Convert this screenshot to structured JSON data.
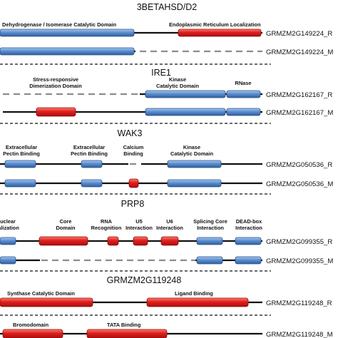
{
  "figure": {
    "colors": {
      "blue_domain": "#5b8fcf",
      "blue_domain_edge": "#2a4f86",
      "red_domain": "#e01e1e",
      "red_domain_edge": "#8e0c0c",
      "backbone": "#111111",
      "deleted_segment": "#8c8c8c"
    },
    "panels": [
      {
        "title": "3BETAHSD/D2",
        "domain_labels": [
          "Dehydrogenase / Isomerase Catalytic Domain",
          "Endoplasmic Reticulum Localization"
        ],
        "tracks": [
          "GRMZM2G149224_R",
          "GRMZM2G149224_M"
        ]
      },
      {
        "title": "IRE1",
        "domain_labels": [
          "Stress-responsive",
          "Dimerization Domain",
          "Kinase",
          "Catalytic Domain",
          "RNase"
        ],
        "tracks": [
          "GRMZM2G162167_R",
          "GRMZM2G162167_M"
        ]
      },
      {
        "title": "WAK3",
        "domain_labels": [
          "Extracellular",
          "Pectin Binding",
          "Extracellular",
          "Pectin Binding",
          "Calcium",
          "Binding",
          "Kinase",
          "Catalytic Domain"
        ],
        "tracks": [
          "GRMZM2G050536_R",
          "GRMZM2G050536_M"
        ]
      },
      {
        "title": "PRP8",
        "domain_labels": [
          "luclear",
          "calization",
          "Core",
          "Domain",
          "RNA",
          "Recognition",
          "U5",
          "Interaction",
          "U6",
          "Interaction",
          "Splicing Core",
          "Interaction",
          "DEAD-box",
          "Interaction"
        ],
        "tracks": [
          "GRMZM2G099355_R",
          "GRMZM2G099355_M"
        ]
      },
      {
        "title": "GRMZM2G119248",
        "domain_labels": [
          "Synthase Catalytic Domain",
          "Ligand Binding"
        ],
        "tracks": [
          "GRMZM2G119248_R"
        ]
      },
      {
        "title": "",
        "domain_labels": [
          "Bromodomain",
          "TATA Binding"
        ],
        "tracks": [
          "GRMZM2G119248_M"
        ]
      }
    ]
  }
}
